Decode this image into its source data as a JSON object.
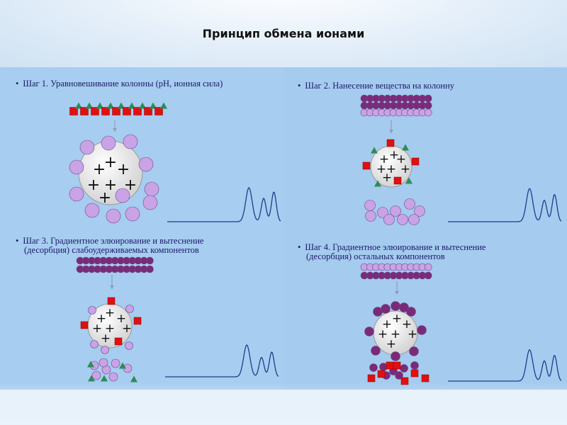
{
  "title": "Принцип обмена ионами",
  "steps": [
    {
      "bullet": "•",
      "text": "Шаг 1. Уравновешивание колонны (рН, ионная сила)"
    },
    {
      "bullet": "•",
      "text": "Шаг 2. Нанесение вещества на колонну"
    },
    {
      "bullet": "•",
      "line1": "Шаг 3. Градиентное элюирование и вытеснение",
      "line2": "(десорбция) слабоудерживаемых компонентов"
    },
    {
      "bullet": "•",
      "line1": "Шаг 4. Градиентное элюирование и вытеснение",
      "line2": "(десорбция) остальных компонентов"
    }
  ],
  "bead_sign": "+",
  "colors": {
    "panel": "#a7cdf0",
    "bead": "#dcdcdc",
    "light_ion": "#c9a3e6",
    "dark_ion": "#7b2a78",
    "square_ion": "#e01010",
    "triangle_ion": "#2e8b57",
    "chromatogram": "#1a3f8a"
  }
}
